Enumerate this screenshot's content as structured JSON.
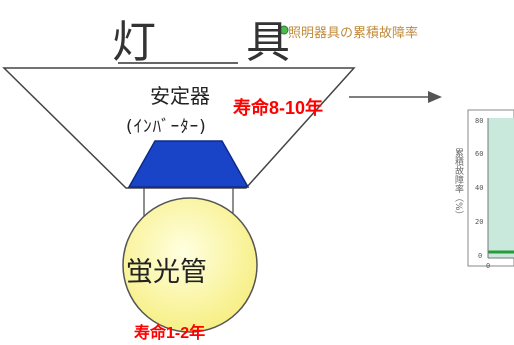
{
  "fixture": {
    "title": "灯 具",
    "ballast_label": "安定器",
    "inverter_label": "(ｲﾝﾊﾞｰﾀｰ)",
    "ballast_lifetime": "寿命8-10年",
    "tube_label": "蛍光管",
    "tube_lifetime": "寿命1-2年"
  },
  "chart_preview": {
    "legend_text": "照明器具の累積故障率",
    "ylabel": "累積故障率（%）",
    "yticks": [
      "80",
      "60",
      "40",
      "20",
      "0"
    ],
    "xticks": [
      "0"
    ]
  },
  "colors": {
    "accent_red": "#ff0000",
    "inverter_blue": "#1a44c8",
    "tube_yellow": "#fff7a8",
    "chart_bg": "#c9e9dc",
    "legend_dot": "#4cbb4c"
  }
}
